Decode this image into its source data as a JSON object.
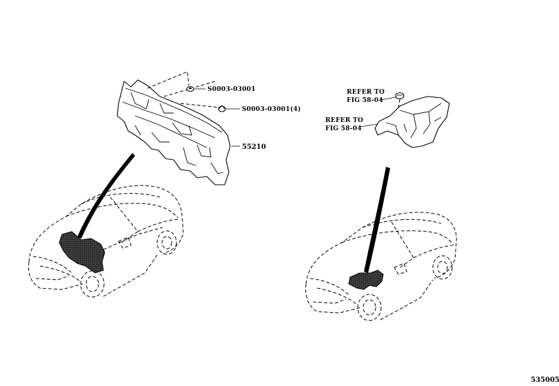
{
  "callouts": {
    "clip_1": "S0003-03001",
    "clip_2": "S0003-03001(4)",
    "part_main": "55210",
    "refer_a_line1": "REFER TO",
    "refer_a_line2": "FIG 58-04",
    "refer_b_line1": "REFER TO",
    "refer_b_line2": "FIG 58-04"
  },
  "figure_number": "535005"
}
